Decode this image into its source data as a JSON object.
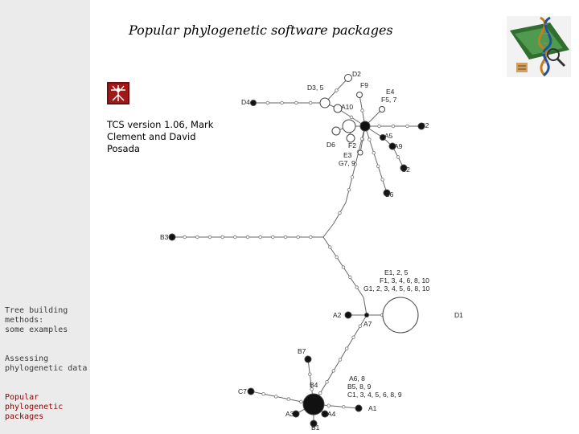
{
  "slide": {
    "title": "Popular phylogenetic software packages",
    "credit_app": "TCS",
    "credit_rest": " version 1.06, Mark Clement and David Posada",
    "app_icon": "tcs-app-icon",
    "logo_icon": "dna-logo-icon"
  },
  "sidebar": {
    "items": [
      {
        "label": "Tree building\nmethods:\nsome examples",
        "active": false
      },
      {
        "label": "Assessing\nphylogenetic data",
        "active": false
      },
      {
        "label": "Popular\nphylogenetic\npackages",
        "active": true
      }
    ],
    "active_color": "#8b0000"
  },
  "network": {
    "labels": [
      "D2",
      "D3, 5",
      "F9",
      "D4",
      "A10",
      "E4",
      "F5, 7",
      "B2",
      "D6",
      "F2",
      "A5",
      "A9",
      "E3",
      "G7, 9",
      "C2",
      "B6",
      "B3",
      "E1, 2, 5",
      "F1, 3, 4, 6, 8, 10",
      "G1, 2, 3, 4, 5, 6, 8, 10",
      "A2",
      "D1",
      "A7",
      "B7",
      "A6, 8",
      "B4",
      "B5, 8, 9",
      "C7",
      "C1, 3, 4, 5, 6, 8, 9",
      "A1",
      "A3",
      "A4",
      "B1"
    ]
  }
}
